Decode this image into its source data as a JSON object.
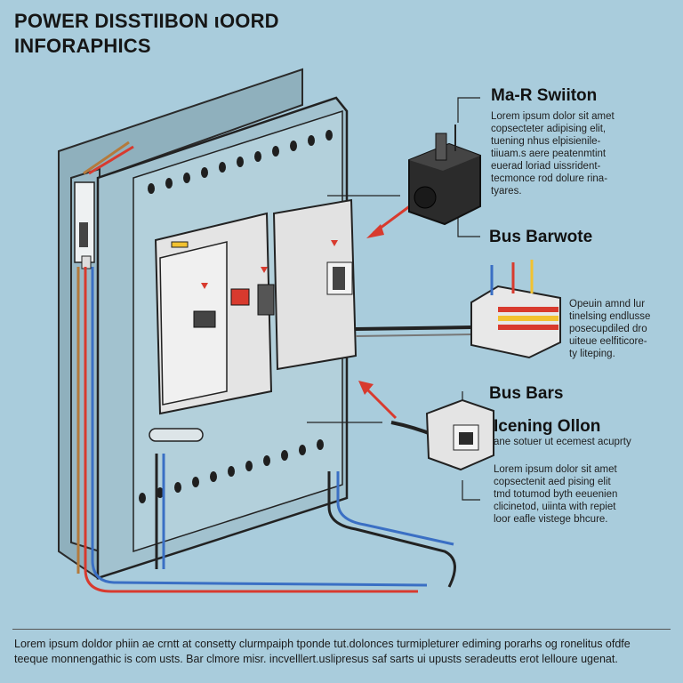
{
  "title": {
    "line1": "POWER DISSTIIBON ιOORD",
    "line2": "INFORAPHICS"
  },
  "callouts": {
    "switch": {
      "label": "Ma-R Swiіton",
      "desc": "Lorem ipsum dolor sit amet\ncopsecteter adipising elit,\ntuening nhus elpisienile-\ntiiuam.s aere peatenmtint\neuerad loriad uissrident-\ntecmonce rod dolure rina-\ntyares."
    },
    "bus_barwote": {
      "label": "Bus Barwote",
      "desc": "Opeuin amnd lur\ntinelsing endlusse\nposecupdiled dro\nuiteue eelfiticore-\nty liteping."
    },
    "bus_bars": {
      "label": "Bus Bars"
    },
    "icening": {
      "label": "Icening Ollon",
      "subtitle": "ane sotuer ut ecemest acuprty",
      "desc": "Lorem ipsum dolor sit amet\ncopsectenit aed pising elit\ntmd totumod byth eeuenien\nclicinetod, uiinta with repiet\nloor eafle vistege bhcure."
    }
  },
  "footer": "Lorem ipsum doldor phiin ae crntt at consetty clurmpaiph tponde tut.dolonces turmipleturer ediming porarhs og ronelitus ofdfe\nteeque monnengathic is com usts. Bar clmore misr. incvelllert.uslipresus saf sarts ui upusts seradeutts erot lelloure ugenat.",
  "colors": {
    "background": "#a9ccdc",
    "board": "#9fbfcb",
    "wire_red": "#d83a2e",
    "wire_blue": "#3a6fc4",
    "wire_black": "#222222",
    "breaker": "#e6e6e6",
    "accent_yellow": "#f2c230"
  }
}
